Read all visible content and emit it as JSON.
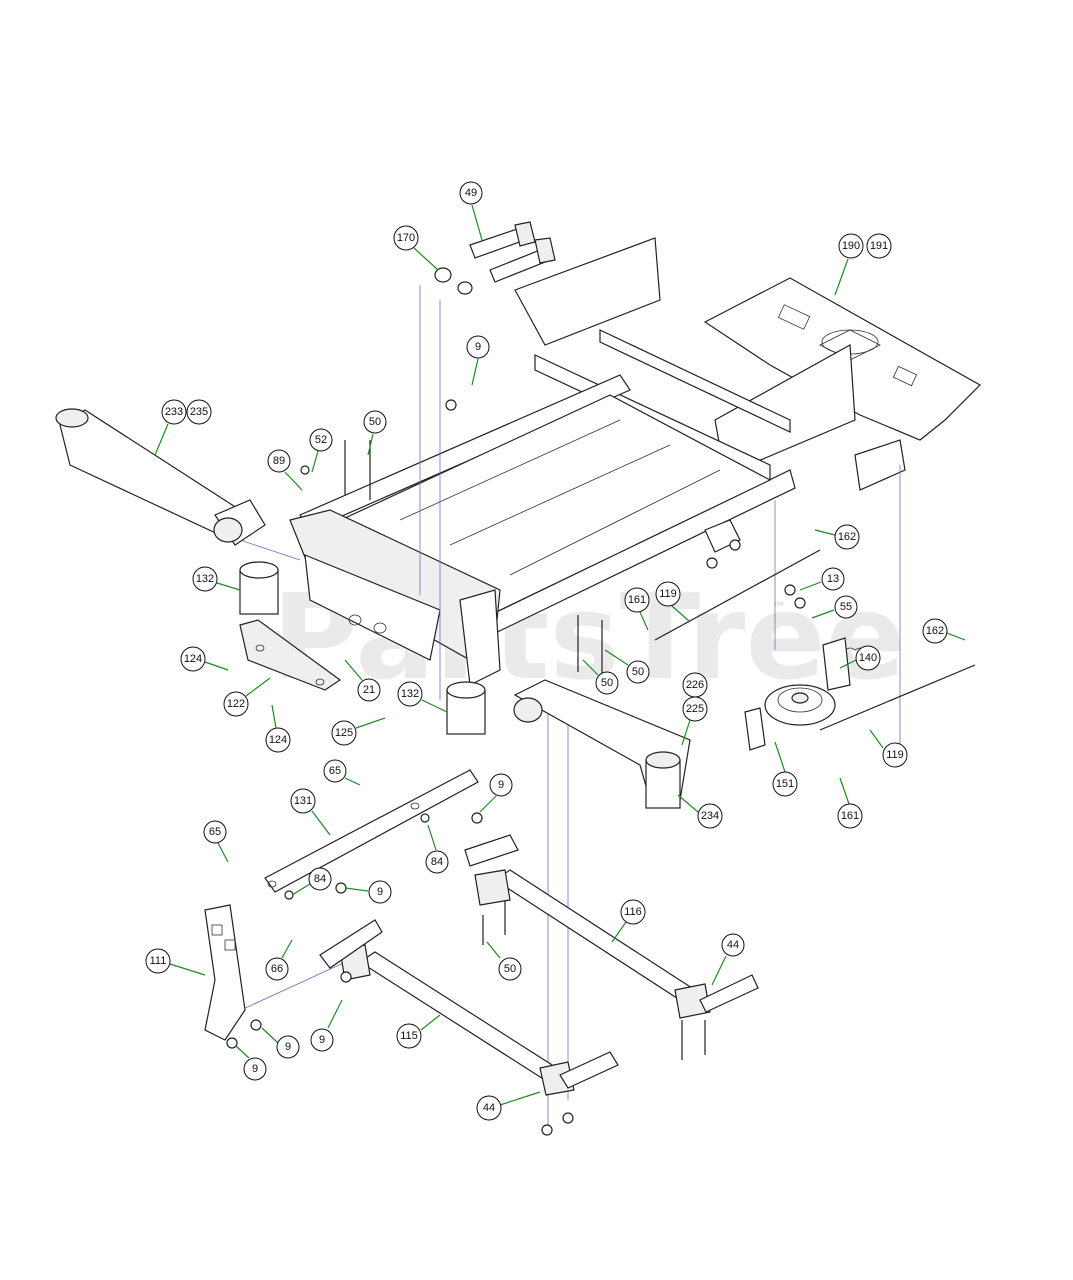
{
  "watermark": {
    "text": "PartsTree",
    "tm": "™"
  },
  "callouts": [
    {
      "id": "c49",
      "label": "49"
    },
    {
      "id": "c170",
      "label": "170"
    },
    {
      "id": "c190",
      "label": "190"
    },
    {
      "id": "c191",
      "label": "191"
    },
    {
      "id": "c9a",
      "label": "9"
    },
    {
      "id": "c233",
      "label": "233"
    },
    {
      "id": "c235",
      "label": "235"
    },
    {
      "id": "c50a",
      "label": "50"
    },
    {
      "id": "c52",
      "label": "52"
    },
    {
      "id": "c89",
      "label": "89"
    },
    {
      "id": "c162a",
      "label": "162"
    },
    {
      "id": "c13",
      "label": "13"
    },
    {
      "id": "c55",
      "label": "55"
    },
    {
      "id": "c132a",
      "label": "132"
    },
    {
      "id": "c161a",
      "label": "161"
    },
    {
      "id": "c119a",
      "label": "119"
    },
    {
      "id": "c162b",
      "label": "162"
    },
    {
      "id": "c140",
      "label": "140"
    },
    {
      "id": "c124a",
      "label": "124"
    },
    {
      "id": "c50b",
      "label": "50"
    },
    {
      "id": "c50c",
      "label": "50"
    },
    {
      "id": "c21",
      "label": "21"
    },
    {
      "id": "c122",
      "label": "122"
    },
    {
      "id": "c132b",
      "label": "132"
    },
    {
      "id": "c226",
      "label": "226"
    },
    {
      "id": "c225",
      "label": "225"
    },
    {
      "id": "c124b",
      "label": "124"
    },
    {
      "id": "c125",
      "label": "125"
    },
    {
      "id": "c119b",
      "label": "119"
    },
    {
      "id": "c151",
      "label": "151"
    },
    {
      "id": "c161b",
      "label": "161"
    },
    {
      "id": "c65a",
      "label": "65"
    },
    {
      "id": "c9b",
      "label": "9"
    },
    {
      "id": "c234",
      "label": "234"
    },
    {
      "id": "c131",
      "label": "131"
    },
    {
      "id": "c65b",
      "label": "65"
    },
    {
      "id": "c84a",
      "label": "84"
    },
    {
      "id": "c84b",
      "label": "84"
    },
    {
      "id": "c9c",
      "label": "9"
    },
    {
      "id": "c116",
      "label": "116"
    },
    {
      "id": "c44a",
      "label": "44"
    },
    {
      "id": "c111",
      "label": "111"
    },
    {
      "id": "c66",
      "label": "66"
    },
    {
      "id": "c50d",
      "label": "50"
    },
    {
      "id": "c9d",
      "label": "9"
    },
    {
      "id": "c115",
      "label": "115"
    },
    {
      "id": "c9e",
      "label": "9"
    },
    {
      "id": "c9f",
      "label": "9"
    },
    {
      "id": "c44b",
      "label": "44"
    }
  ]
}
